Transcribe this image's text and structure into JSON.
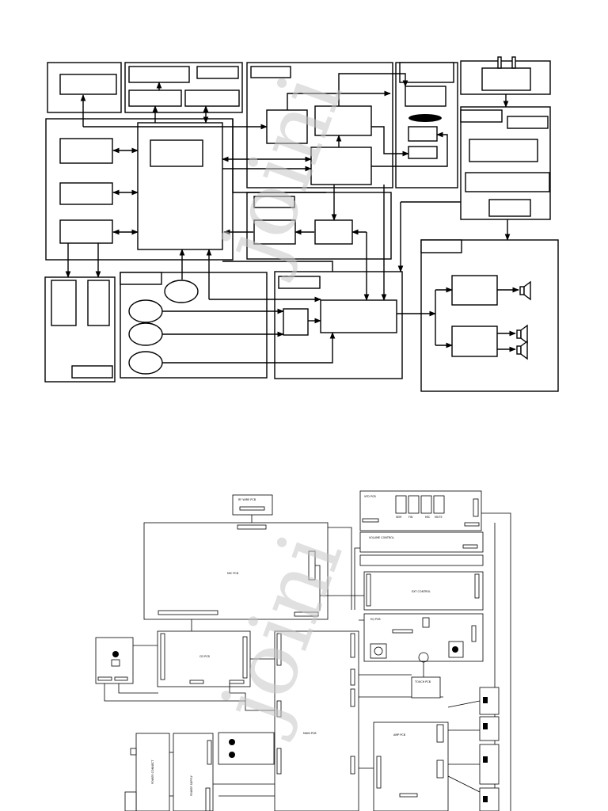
{
  "watermark": "joini",
  "wiring": {
    "pcbs": {
      "rf_wire": "RF WIRE PCB",
      "mic": "MIC PCB",
      "cd": "CD PCB",
      "main": "MAIN PCB",
      "amp": "AMP PCB",
      "power_supply": "POWER SUPPLY",
      "power_connect": "POWER CONNECT",
      "vfd": "VFD PCB",
      "volume": "VOLUME CONTROL",
      "ext_control": "EXT CONTROL",
      "eq": "EQ PCB",
      "touch": "TOUCH PCB"
    },
    "vfd_labels": [
      "SEM",
      "FW",
      "MIC",
      "MUTE"
    ]
  }
}
